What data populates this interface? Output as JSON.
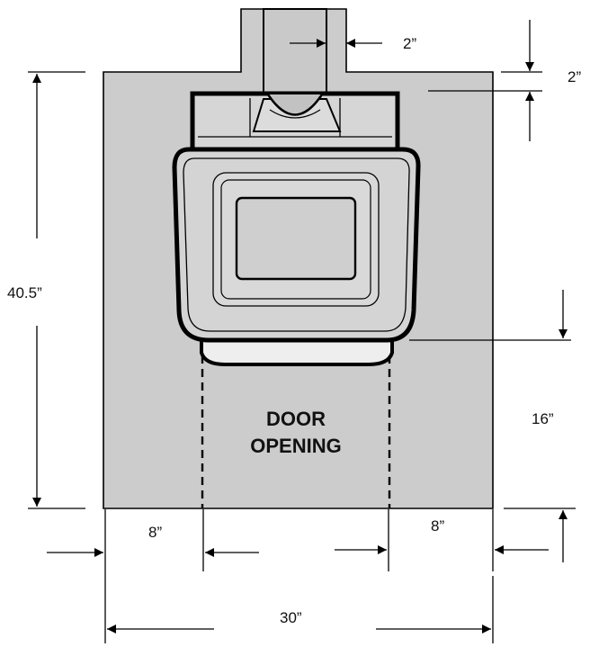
{
  "diagram": {
    "colors": {
      "hearth": "#cccccc",
      "stove_body": "#d4d4d4",
      "stove_window": "#cfcfcf",
      "flue": "#c9c9c9",
      "line": "#000000",
      "background": "#ffffff"
    },
    "labels": {
      "flue_clearance": "2”",
      "rear_clearance": "2”",
      "hearth_depth": "40.5”",
      "front_clearance": "16”",
      "door_line1": "DOOR",
      "door_line2": "OPENING",
      "left_side": "8”",
      "right_side": "8”",
      "hearth_width": "30”"
    }
  }
}
